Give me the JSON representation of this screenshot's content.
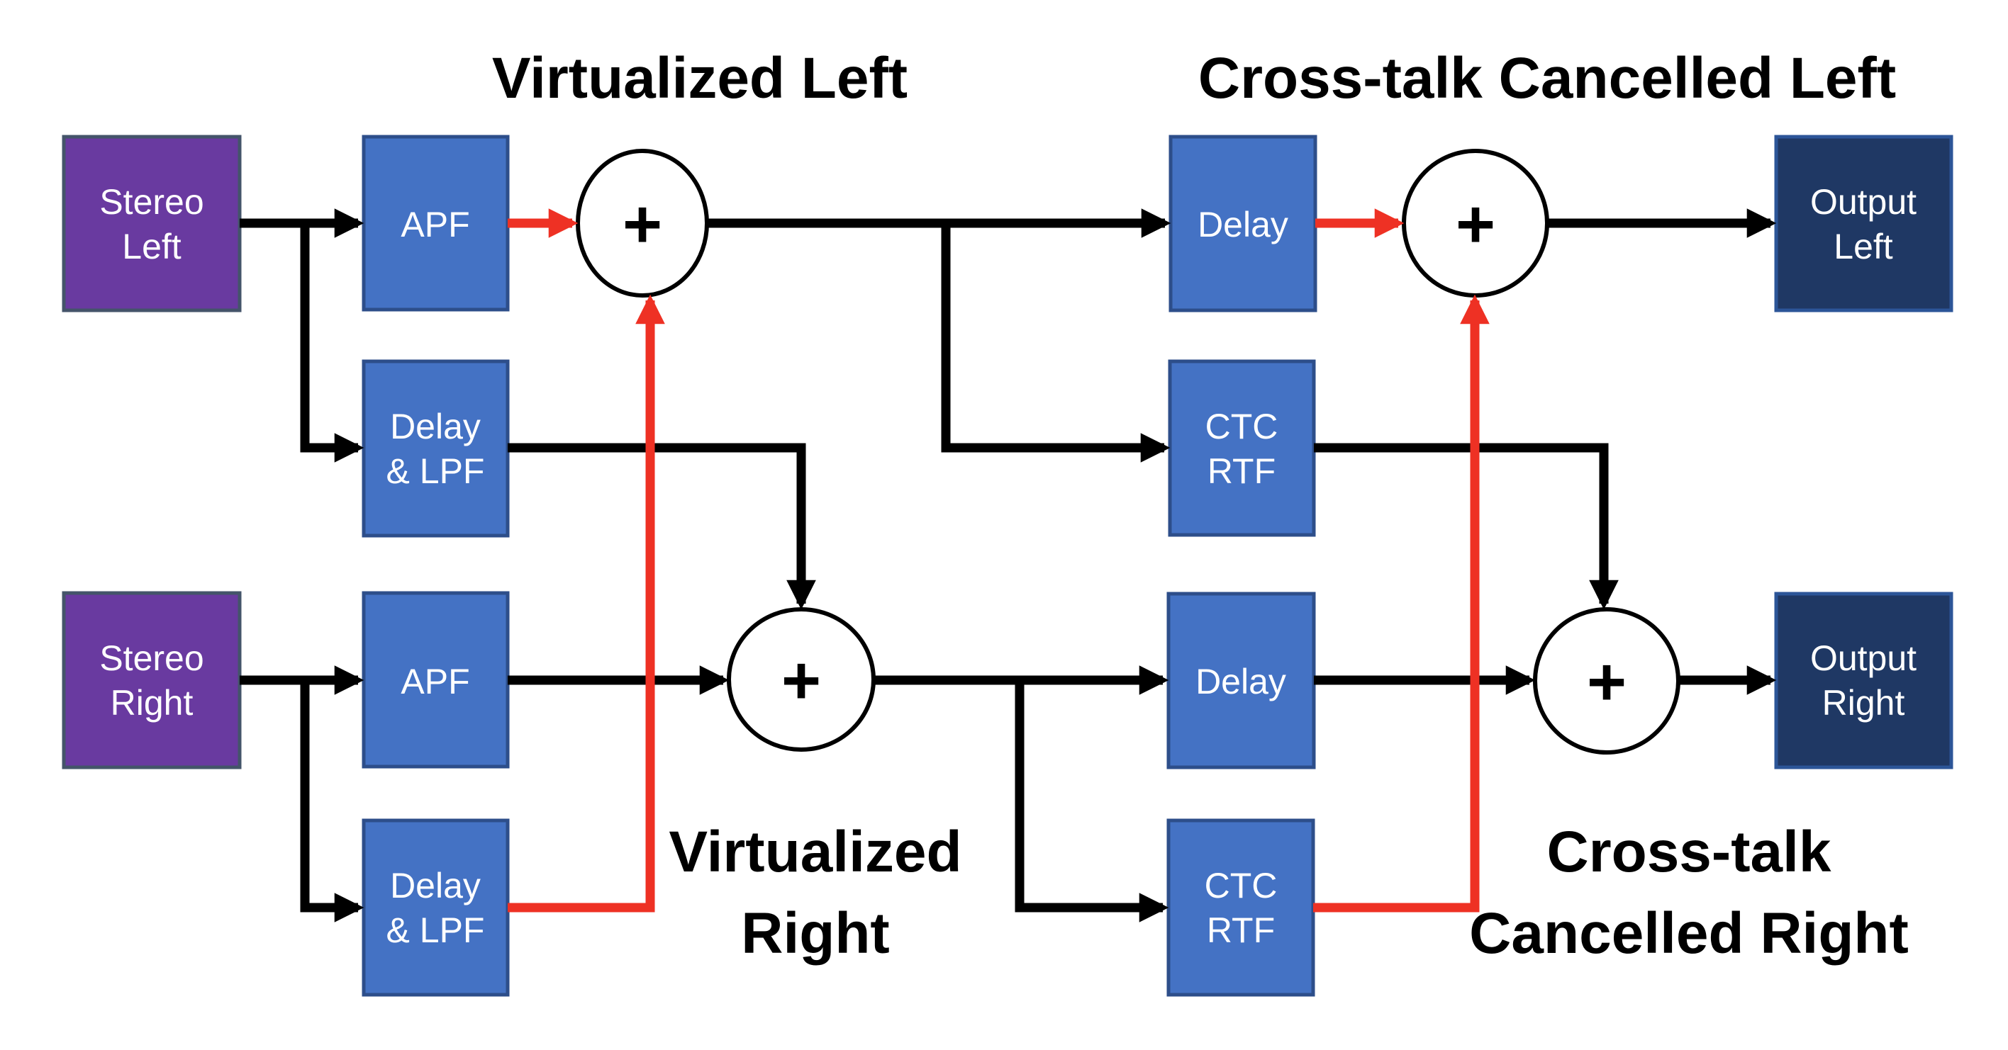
{
  "titles": {
    "virtualized_left": "Virtualized Left",
    "cross_talk_cancelled_left": "Cross-talk Cancelled Left",
    "virtualized_right_line1": "Virtualized",
    "virtualized_right_line2": "Right",
    "cross_talk_cancelled_right_line1": "Cross-talk",
    "cross_talk_cancelled_right_line2": "Cancelled Right"
  },
  "nodes": {
    "stereo_left": {
      "line1": "Stereo",
      "line2": "Left"
    },
    "stereo_right": {
      "line1": "Stereo",
      "line2": "Right"
    },
    "apf_top": "APF",
    "apf_bottom": "APF",
    "delay_lpf_top": {
      "line1": "Delay",
      "line2": "& LPF"
    },
    "delay_lpf_bottom": {
      "line1": "Delay",
      "line2": "& LPF"
    },
    "delay_top": "Delay",
    "delay_bottom": "Delay",
    "ctc_rtf_top": {
      "line1": "CTC",
      "line2": "RTF"
    },
    "ctc_rtf_bottom": {
      "line1": "CTC",
      "line2": "RTF"
    },
    "output_left": {
      "line1": "Output",
      "line2": "Left"
    },
    "output_right": {
      "line1": "Output",
      "line2": "Right"
    },
    "sum_symbol": "+"
  },
  "colors": {
    "source_box": "#693AA0",
    "source_box_border": "#44546A",
    "filter_box": "#4472C4",
    "filter_box_border": "#2D4E8A",
    "output_box": "#1F3864",
    "output_box_border": "#2C5598",
    "signal_black": "#000000",
    "signal_red": "#EE3124",
    "label_text": "#FFFFFF",
    "title_text": "#000000"
  }
}
